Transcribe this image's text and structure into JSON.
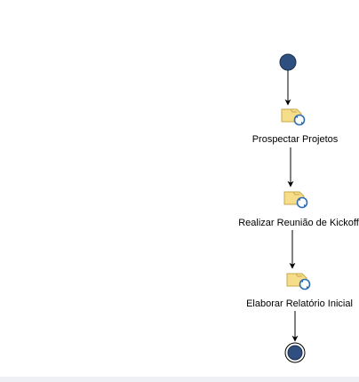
{
  "diagram": {
    "type": "process-flow",
    "start_node": {
      "kind": "initial-node"
    },
    "activities": [
      {
        "label": "Prospectar Projetos",
        "icon": "process-activity-icon"
      },
      {
        "label": "Realizar Reunião de Kickoff",
        "icon": "process-activity-icon"
      },
      {
        "label": "Elaborar Relatório Inicial",
        "icon": "process-activity-icon"
      }
    ],
    "end_node": {
      "kind": "final-node"
    },
    "colors": {
      "node_fill": "#2e4f7f",
      "node_stroke": "#1c2f4d",
      "folder_fill": "#f5dd8a",
      "folder_stroke": "#c9a94a",
      "cycle_blue": "#2f6db5",
      "arrow": "#000000"
    }
  }
}
